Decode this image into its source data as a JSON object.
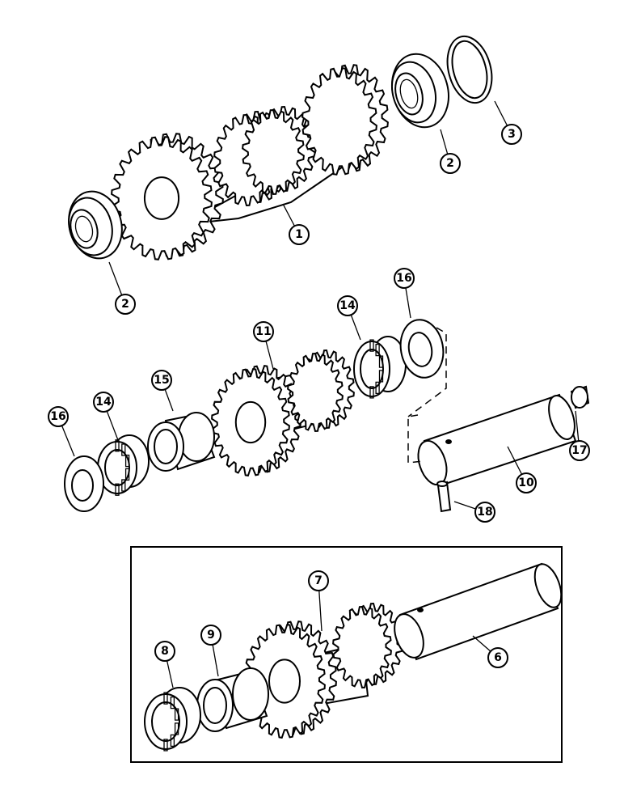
{
  "callouts": [
    {
      "id": "c1",
      "label": "1"
    },
    {
      "id": "c2a",
      "label": "2"
    },
    {
      "id": "c2b",
      "label": "2"
    },
    {
      "id": "c3",
      "label": "3"
    },
    {
      "id": "c6",
      "label": "6"
    },
    {
      "id": "c7",
      "label": "7"
    },
    {
      "id": "c8",
      "label": "8"
    },
    {
      "id": "c9",
      "label": "9"
    },
    {
      "id": "c10",
      "label": "10"
    },
    {
      "id": "c11",
      "label": "11"
    },
    {
      "id": "c14a",
      "label": "14"
    },
    {
      "id": "c14b",
      "label": "14"
    },
    {
      "id": "c15",
      "label": "15"
    },
    {
      "id": "c16a",
      "label": "16"
    },
    {
      "id": "c16b",
      "label": "16"
    },
    {
      "id": "c17",
      "label": "17"
    },
    {
      "id": "c18",
      "label": "18"
    }
  ]
}
